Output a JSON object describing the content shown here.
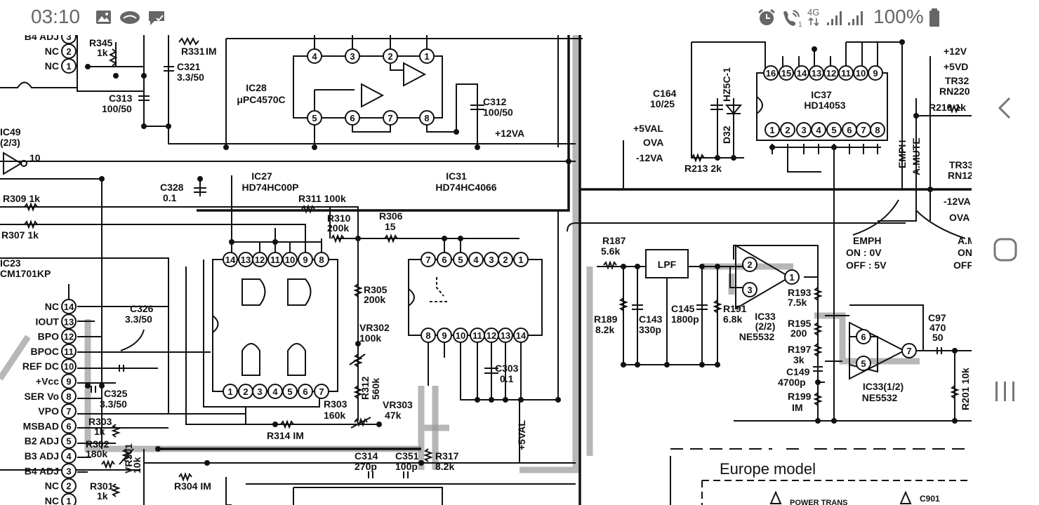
{
  "status_bar": {
    "time": "03:10",
    "network": "4G",
    "battery_percent": "100%",
    "icons": [
      "image-icon",
      "cloud-icon",
      "chat-icon",
      "alarm-icon",
      "wifi-call-icon",
      "signal-icon",
      "signal-icon",
      "battery-icon"
    ]
  },
  "nav_bar": {
    "buttons": [
      "back-button",
      "home-button",
      "recents-button"
    ]
  },
  "schematic": {
    "ic28": {
      "name": "IC28",
      "part": "μPC4570C",
      "pins": [
        "4",
        "3",
        "2",
        "1",
        "5",
        "6",
        "7",
        "8"
      ]
    },
    "ic27": {
      "name": "IC27",
      "part": "HD74HC00P",
      "pins_top": [
        "14",
        "13",
        "12",
        "11",
        "10",
        "9",
        "8"
      ],
      "pins_bottom": [
        "1",
        "2",
        "3",
        "4",
        "5",
        "6",
        "7"
      ]
    },
    "ic31": {
      "name": "IC31",
      "part": "HD74HC4066",
      "pins_top": [
        "7",
        "6",
        "5",
        "4",
        "3",
        "2",
        "1"
      ],
      "pins_bottom": [
        "8",
        "9",
        "10",
        "11",
        "12",
        "13",
        "14"
      ]
    },
    "ic37": {
      "name": "IC37",
      "part": "HD14053",
      "pins_top": [
        "16",
        "15",
        "14",
        "13",
        "12",
        "11",
        "10",
        "9"
      ],
      "pins_bottom": [
        "1",
        "2",
        "3",
        "4",
        "5",
        "6",
        "7",
        "8"
      ]
    },
    "ic33a": {
      "name": "IC33",
      "sub": "(2/2)",
      "part": "NE5532"
    },
    "ic33b": {
      "name": "IC33(1/2)",
      "part": "NE5532"
    },
    "ic23": {
      "name": "IC23",
      "part": "CM1701KP"
    },
    "ic49": {
      "name": "IC49",
      "sub": "(2/3)",
      "pin": "10"
    },
    "lpf": "LPF",
    "ic23_pins": [
      {
        "label": "NC",
        "num": "14"
      },
      {
        "label": "IOUT",
        "num": "13"
      },
      {
        "label": "BPO",
        "num": "12"
      },
      {
        "label": "BPOC",
        "num": "11"
      },
      {
        "label": "REF DC",
        "num": "10"
      },
      {
        "label": "+Vcc",
        "num": "9"
      },
      {
        "label": "SER Vo",
        "num": "8"
      },
      {
        "label": "VPO",
        "num": "7"
      },
      {
        "label": "MSBAD",
        "num": "6"
      },
      {
        "label": "B2 ADJ",
        "num": "5"
      },
      {
        "label": "B3 ADJ",
        "num": "4"
      },
      {
        "label": "B4 ADJ",
        "num": "3"
      },
      {
        "label": "NC",
        "num": "2"
      },
      {
        "label": "NC",
        "num": "1"
      }
    ],
    "top_left_pins": [
      {
        "label": "B4 ADJ",
        "num": "3"
      },
      {
        "label": "NC",
        "num": "2"
      },
      {
        "label": "NC",
        "num": "1"
      }
    ],
    "components": {
      "r345": [
        "R345",
        "1k"
      ],
      "r331": [
        "R331",
        "IM"
      ],
      "c321": [
        "C321",
        "3.3/50"
      ],
      "c313": [
        "C313",
        "100/50"
      ],
      "c312": [
        "C312",
        "100/50"
      ],
      "c328": [
        "C328",
        "0.1"
      ],
      "r309": "R309 1k",
      "r307": "R307  1k",
      "r311": "R311 100k",
      "r310": [
        "R310",
        "200k"
      ],
      "r306": [
        "R306",
        "15"
      ],
      "r305": [
        "R305",
        "200k"
      ],
      "vr302": [
        "VR302",
        "100k"
      ],
      "r312": [
        "R312",
        "560k"
      ],
      "r303b": [
        "R303",
        "160k"
      ],
      "vr303": [
        "VR303",
        "47k"
      ],
      "r314": "R314  IM",
      "c303": [
        "C303",
        "0.1"
      ],
      "c326": [
        "C326",
        "3.3/50"
      ],
      "c325": [
        "C325",
        "3.3/50"
      ],
      "r303a": [
        "R303",
        "1k"
      ],
      "r302": [
        "R302",
        "180k"
      ],
      "vr301": [
        "VR301",
        "10k"
      ],
      "r304": "R304 IM",
      "r301": [
        "R301",
        "1k"
      ],
      "c314": [
        "C314",
        "270p"
      ],
      "c351": [
        "C351",
        "100p"
      ],
      "r317": [
        "R317",
        "8.2k"
      ],
      "c164": [
        "C164",
        "10/25"
      ],
      "d32": "D32",
      "hz5c": "HZ5C-1",
      "r213": "R213 2k",
      "r187": [
        "R187",
        "5.6k"
      ],
      "r189": [
        "R189",
        "8.2k"
      ],
      "c143": [
        "C143",
        "330p"
      ],
      "c145": [
        "C145",
        "1800p"
      ],
      "r191": [
        "R191",
        "6.8k"
      ],
      "r193": [
        "R193",
        "7.5k"
      ],
      "r195": [
        "R195",
        "200"
      ],
      "r197": [
        "R197",
        "3k"
      ],
      "c149": [
        "C149",
        "4700p"
      ],
      "r199": [
        "R199",
        "IM"
      ],
      "c97": [
        "C97",
        "470",
        "50"
      ],
      "r201": "R201 10k",
      "r210": "R210 1k",
      "tr32": [
        "TR32",
        "RN220"
      ],
      "tr33": [
        "TR33",
        "RN12"
      ]
    },
    "rails": {
      "p12va": "+12VA",
      "p5val_left": "+5VAL",
      "ova_left": "OVA",
      "m12va_left": "-12VA",
      "p5val_bottom": "+5VAL",
      "p12v": "+12V",
      "p5vd": "+5VD",
      "m12va_right": "-12VA",
      "ova_right": "OVA"
    },
    "signals": {
      "emph": "EMPH",
      "amute": "A.MUTE"
    },
    "emph_note": [
      "EMPH",
      "ON : 0V",
      "OFF : 5V"
    ],
    "amute_note": [
      "A.M",
      "ON",
      "OFF"
    ],
    "europe_model": "Europe model",
    "power_trans": "POWER TRANS",
    "c901": "C901"
  }
}
